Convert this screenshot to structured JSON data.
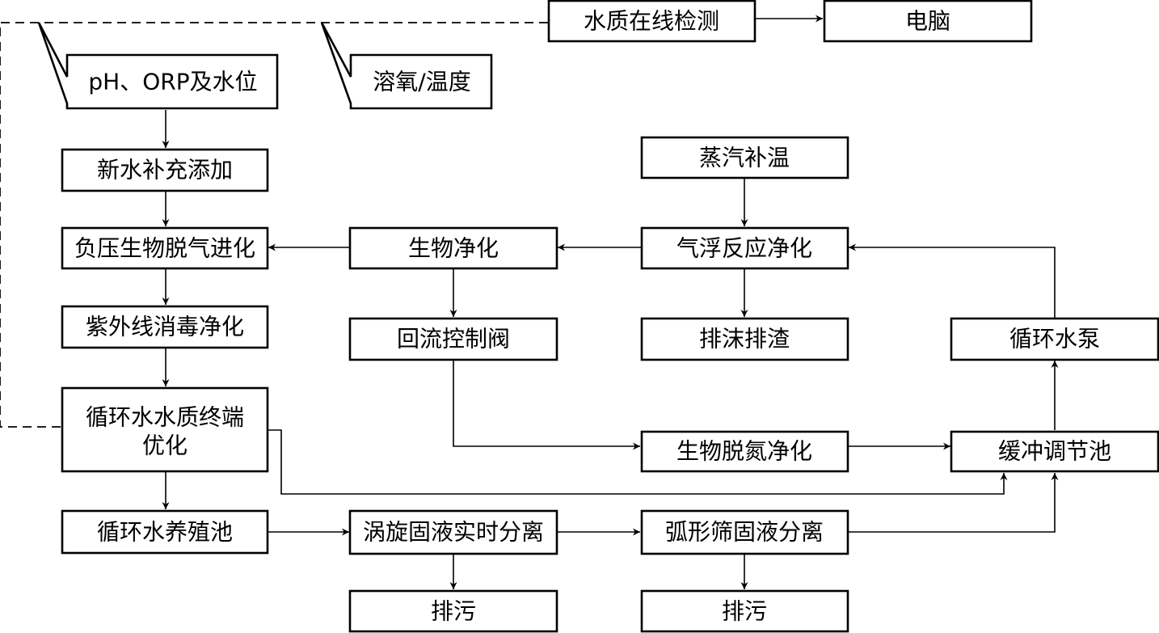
{
  "nodes": {
    "water_quality_monitor": "水质在线检测",
    "computer": "电脑",
    "fresh_water": "新水补充添加",
    "negative_pressure": "负压生物脱气进化",
    "uv_disinfection": "紫外线消毒净化",
    "terminal_optimization": [
      "循环水水质终端",
      "优化"
    ],
    "aquaculture_tank": "循环水养殖池",
    "vortex_separation": "涡旋固液实时分离",
    "drain_1": "排污",
    "arc_screen": "弧形筛固液分离",
    "drain_2": "排污",
    "bio_purification": "生物净化",
    "reflux_valve": "回流控制阀",
    "steam_heating": "蒸汽补温",
    "flotation": "气浮反应净化",
    "foam_slag": "排沫排渣",
    "circulating_pump": "循环水泵",
    "bio_denitrification": "生物脱氮净化",
    "buffer_tank": "缓冲调节池"
  },
  "sensors": {
    "ph_orp_level": "pH、ORP及水位",
    "do_temperature": "溶氧/温度"
  },
  "colors": {
    "line": "#000000",
    "fill": "#ffffff"
  }
}
